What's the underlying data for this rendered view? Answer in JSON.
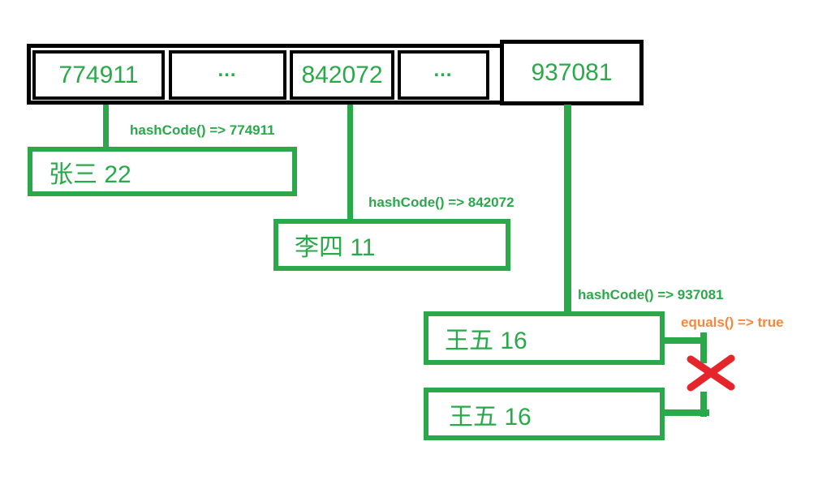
{
  "colors": {
    "green": "#2aa94a",
    "orange": "#f6873c",
    "red": "#e6252b",
    "black": "#000000",
    "background": "#ffffff"
  },
  "bucket_array": {
    "cells": [
      {
        "label": "774911"
      },
      {
        "label": "…"
      },
      {
        "label": "842072"
      },
      {
        "label": "…"
      },
      {
        "label": "937081"
      }
    ]
  },
  "annotations": {
    "hash_774911": "hashCode() => 774911",
    "hash_842072": "hashCode() => 842072",
    "hash_937081": "hashCode() => 937081",
    "equals_true": "equals() => true"
  },
  "entries": [
    {
      "label": "张三 22"
    },
    {
      "label": "李四 11"
    },
    {
      "label": "王五 16"
    },
    {
      "label": "王五 16"
    }
  ]
}
